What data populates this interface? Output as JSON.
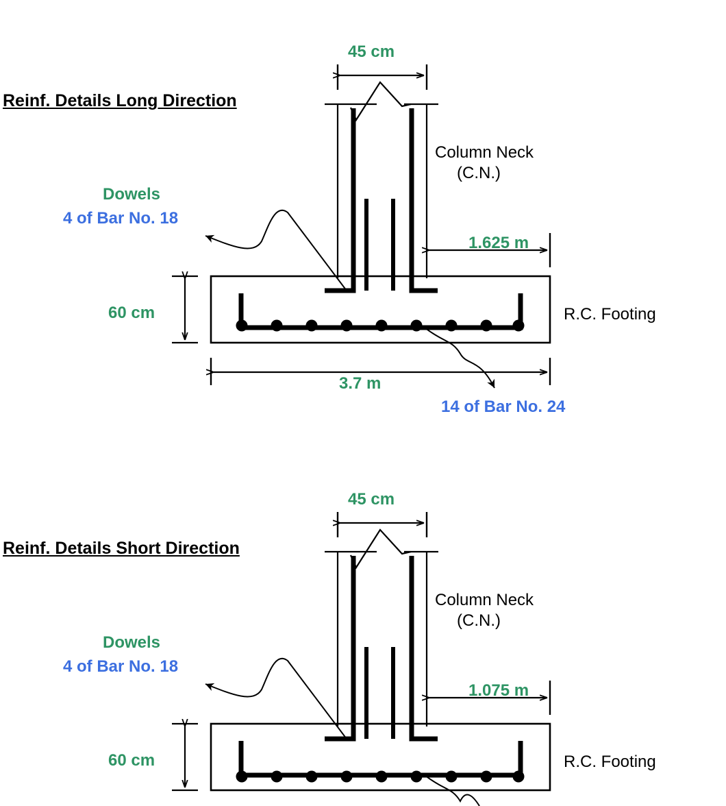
{
  "meta": {
    "colors": {
      "dimension_green": "#2e9464",
      "rebar_blue": "#3c6fe0",
      "line_black": "#000000",
      "background": "#ffffff"
    }
  },
  "diagrams": [
    {
      "id": "long-direction",
      "title": "Reinf. Details Long Direction",
      "column_width_label": "45 cm",
      "column_neck_label_line1": "Column Neck",
      "column_neck_label_line2": "(C.N.)",
      "dowels_label": "Dowels",
      "dowels_bars_label": "4 of Bar No. 18",
      "footing_depth_label": "60 cm",
      "cantilever_label": "1.625 m",
      "footing_width_label": "3.7 m",
      "footing_label": "R.C. Footing",
      "main_bars_label": "14 of Bar No. 24",
      "rebar_dot_count": 9
    },
    {
      "id": "short-direction",
      "title": "Reinf. Details Short Direction",
      "column_width_label": "45 cm",
      "column_neck_label_line1": "Column Neck",
      "column_neck_label_line2": "(C.N.)",
      "dowels_label": "Dowels",
      "dowels_bars_label": "4 of Bar No. 18",
      "footing_depth_label": "60 cm",
      "cantilever_label": "1.075 m",
      "footing_label": "R.C. Footing",
      "rebar_dot_count": 9
    }
  ]
}
